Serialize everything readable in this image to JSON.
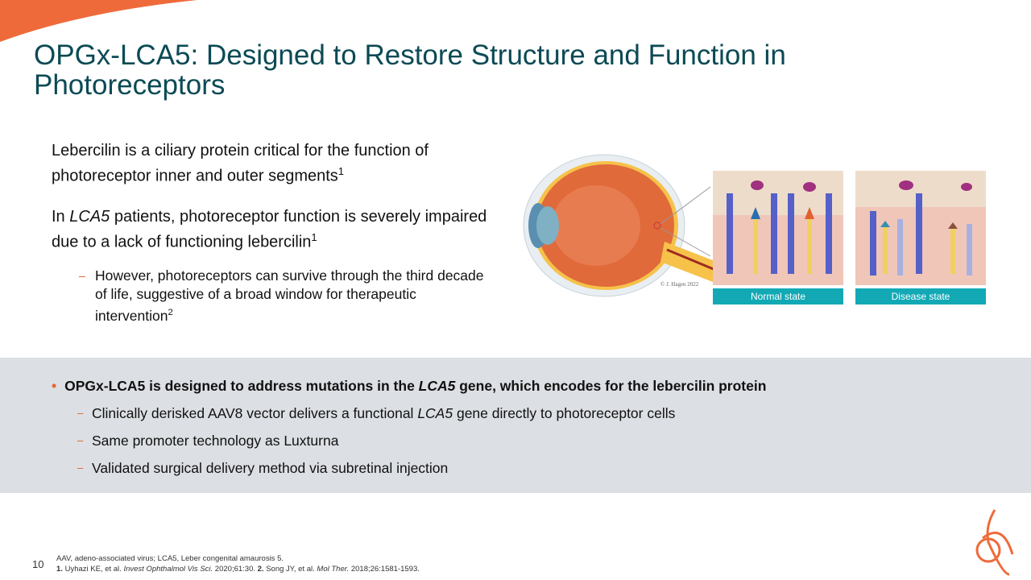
{
  "title": "OPGx-LCA5: Designed to Restore Structure and Function in Photoreceptors",
  "para1": {
    "text": "Lebercilin is a ciliary protein critical for the function of photoreceptor inner and outer segments",
    "sup": "1"
  },
  "para2": {
    "pre": "In ",
    "ital": "LCA5",
    "post": " patients, photoreceptor function is severely impaired due to a lack of functioning lebercilin",
    "sup": "1"
  },
  "sub1": {
    "text": "However, photoreceptors can survive through the third decade of life, suggestive of a broad window for therapeutic intervention",
    "sup": "2"
  },
  "band": {
    "main": {
      "pre": "OPGx-LCA5 is designed to address mutations in the ",
      "ital": "LCA5",
      "post": " gene, which encodes for the lebercilin protein"
    },
    "items": [
      {
        "pre": "Clinically derisked AAV8 vector delivers a functional ",
        "ital": "LCA5",
        "post": " gene directly to photoreceptor cells"
      },
      {
        "pre": "Same promoter technology as Luxturna",
        "ital": "",
        "post": ""
      },
      {
        "pre": "Validated surgical delivery method via subretinal injection",
        "ital": "",
        "post": ""
      }
    ]
  },
  "illustration": {
    "normal_label": "Normal state",
    "disease_label": "Disease state",
    "signature": "© J. Hagen 2022"
  },
  "page_number": "10",
  "footnotes": {
    "line1": "AAV, adeno-associated virus; LCA5, Leber congenital amaurosis 5.",
    "ref1_num": "1.",
    "ref1_a": " Uyhazi KE, et al. ",
    "ref1_j": "Invest Ophthalmol Vis Sci.",
    "ref1_b": " 2020;61:30. ",
    "ref2_num": "2.",
    "ref2_a": " Song JY, et al. ",
    "ref2_j": "Mol Ther.",
    "ref2_b": " 2018;26:1581-1593."
  },
  "colors": {
    "accent": "#e8663a",
    "title": "#0b4a55",
    "teal": "#12a9b5",
    "band": "#dcdfe3"
  }
}
